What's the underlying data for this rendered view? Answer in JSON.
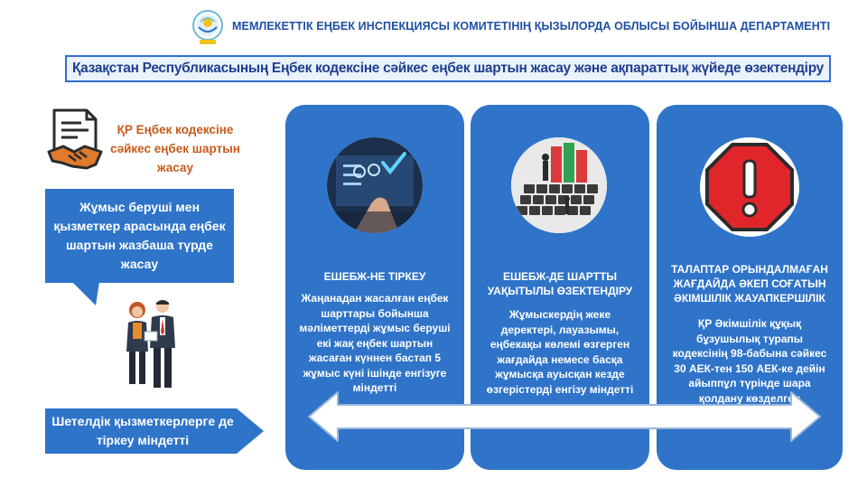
{
  "header": {
    "org_name": "МЕМЛЕКЕТТІК ЕҢБЕК ИНСПЕКЦИЯСЫ КОМИТЕТІНІҢ ҚЫЗЫЛОРДА ОБЛЫСЫ БОЙЫНША ДЕПАРТАМЕНТІ",
    "banner": "Қазақстан Республикасының Еңбек кодексіне сәйкес еңбек шартын жасау және ақпараттық жүйеде өзектендіру"
  },
  "left": {
    "contract_title": "ҚР Еңбек кодексіне сәйкес еңбек шартын жасау",
    "speech": "Жұмыс беруші мен қызметкер арасында еңбек шартын жазбаша түрде жасау",
    "foreign": "Шетелдік қызметкерлерге де тіркеу міндетті"
  },
  "cards": [
    {
      "title": "ЕШЕБЖ-НЕ ТІРКЕУ",
      "body": "Жаңанадан жасалған еңбек шарттары бойынша мәліметтерді жұмыс беруші екі жақ еңбек шартын жасаған күннен бастап 5 жұмыс күні ішінде енгізуге міндетті"
    },
    {
      "title": "ЕШЕБЖ-ДЕ ШАРТТЫ УАҚЫТЫЛЫ ӨЗЕКТЕНДІРУ",
      "body": "Жұмыскердің жеке деректері, лауазымы, еңбекақы көлемі өзгерген жағдайда немесе басқа жұмысқа ауысқан кезде өзгерістерді енгізу міндетті"
    },
    {
      "title": "ТАЛАПТАР ОРЫНДАЛМАҒАН ЖАҒДАЙДА ӘКЕП СОҒАТЫН ӘКІМШІЛІК ЖАУАПКЕРШІЛІК",
      "body": "ҚР Әкімшілік құқық бұзушылық турапы кодексінің 98-бабына сәйкес 30 АЕК-тен 150 АЕК-ке дейін айыппұл түрінде шара қолдану көзделген"
    }
  ],
  "colors": {
    "card_blue": "#2f74c9",
    "title_blue": "#1e4fa3",
    "accent_orange": "#c85a1a",
    "stop_red": "#e0262b"
  }
}
